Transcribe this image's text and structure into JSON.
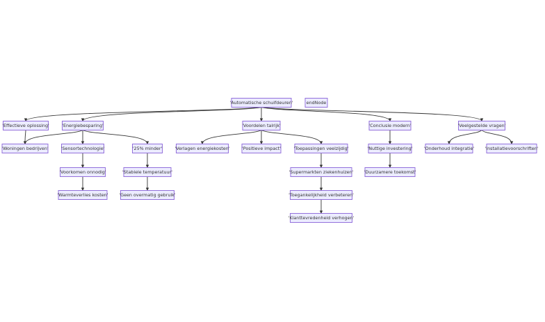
{
  "diagram": {
    "type": "flowchart-tree",
    "colors": {
      "node_fill": "#ECECFF",
      "node_border": "#9370DB",
      "edge": "#333333",
      "text": "#333333"
    },
    "nodes": [
      {
        "id": "root",
        "label": "'Automatische schuifdeuren'"
      },
      {
        "id": "endNode",
        "label": "endNode"
      },
      {
        "id": "n1",
        "label": "'Effectieve oplossing'"
      },
      {
        "id": "n2",
        "label": "'Energiebesparing'"
      },
      {
        "id": "n3",
        "label": "'Voordelen talrijk'"
      },
      {
        "id": "n4",
        "label": "'Conclusie modern'"
      },
      {
        "id": "n5",
        "label": "'Veelgestelde vragen'"
      },
      {
        "id": "n6",
        "label": "'Woningen bedrijven'"
      },
      {
        "id": "n7",
        "label": "'Sensortechnologie'"
      },
      {
        "id": "n8",
        "label": "'25% minder'"
      },
      {
        "id": "n9",
        "label": "'Verlagen energiekosten'"
      },
      {
        "id": "n10",
        "label": "'Positieve impact'"
      },
      {
        "id": "n11",
        "label": "'Toepassingen veelzijdig'"
      },
      {
        "id": "n12",
        "label": "'Nuttige investering'"
      },
      {
        "id": "n13",
        "label": "'Onderhoud integratie'"
      },
      {
        "id": "n14",
        "label": "'Installatievoorschriften'"
      },
      {
        "id": "n15",
        "label": "'Voorkomen onnodig'"
      },
      {
        "id": "n16",
        "label": "'Stabiele temperatuur'"
      },
      {
        "id": "n17",
        "label": "'Supermarkten ziekenhuizen'"
      },
      {
        "id": "n18",
        "label": "'Duurzamere toekomst'"
      },
      {
        "id": "n19",
        "label": "'Warmteverlies kosten'"
      },
      {
        "id": "n20",
        "label": "'Geen overmatig gebruik'"
      },
      {
        "id": "n21",
        "label": "'Toegankelijkheid verbeteren'"
      },
      {
        "id": "n22",
        "label": "'Klanttevredenheid verhogen'"
      }
    ],
    "edges": [
      [
        "root",
        "n1"
      ],
      [
        "root",
        "n2"
      ],
      [
        "root",
        "n3"
      ],
      [
        "root",
        "n4"
      ],
      [
        "root",
        "n5"
      ],
      [
        "n1",
        "n6"
      ],
      [
        "n2",
        "n6"
      ],
      [
        "n2",
        "n7"
      ],
      [
        "n2",
        "n8"
      ],
      [
        "n3",
        "n9"
      ],
      [
        "n3",
        "n10"
      ],
      [
        "n3",
        "n11"
      ],
      [
        "n4",
        "n12"
      ],
      [
        "n5",
        "n13"
      ],
      [
        "n5",
        "n14"
      ],
      [
        "n7",
        "n15"
      ],
      [
        "n8",
        "n16"
      ],
      [
        "n11",
        "n17"
      ],
      [
        "n12",
        "n18"
      ],
      [
        "n15",
        "n19"
      ],
      [
        "n16",
        "n20"
      ],
      [
        "n17",
        "n21"
      ],
      [
        "n21",
        "n22"
      ]
    ]
  }
}
